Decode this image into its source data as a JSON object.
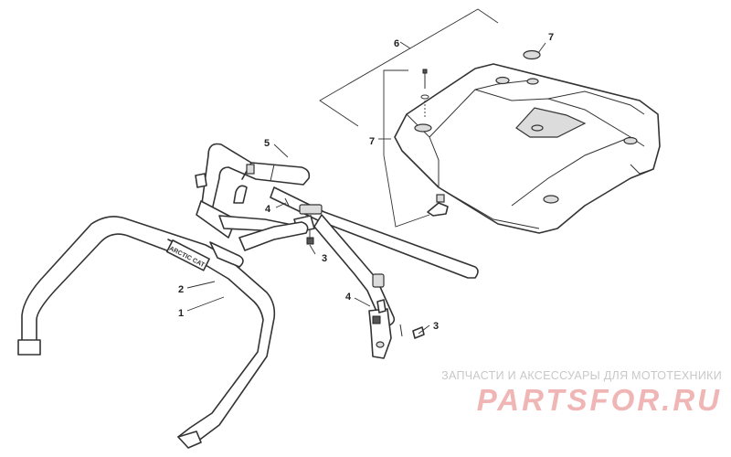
{
  "callouts": {
    "c1": "1",
    "c2": "2",
    "c3a": "3",
    "c3b": "3",
    "c4a": "4",
    "c4b": "4",
    "c5": "5",
    "c6": "6",
    "c7a": "7",
    "c7b": "7"
  },
  "rollbar_plate_text": "ARCTIC CAT",
  "watermark": {
    "caption": "ЗАПЧАСТИ И АКСЕССУАРЫ ДЛЯ МОТОТЕХНИКИ",
    "logo": "PARTSFOR.RU"
  }
}
